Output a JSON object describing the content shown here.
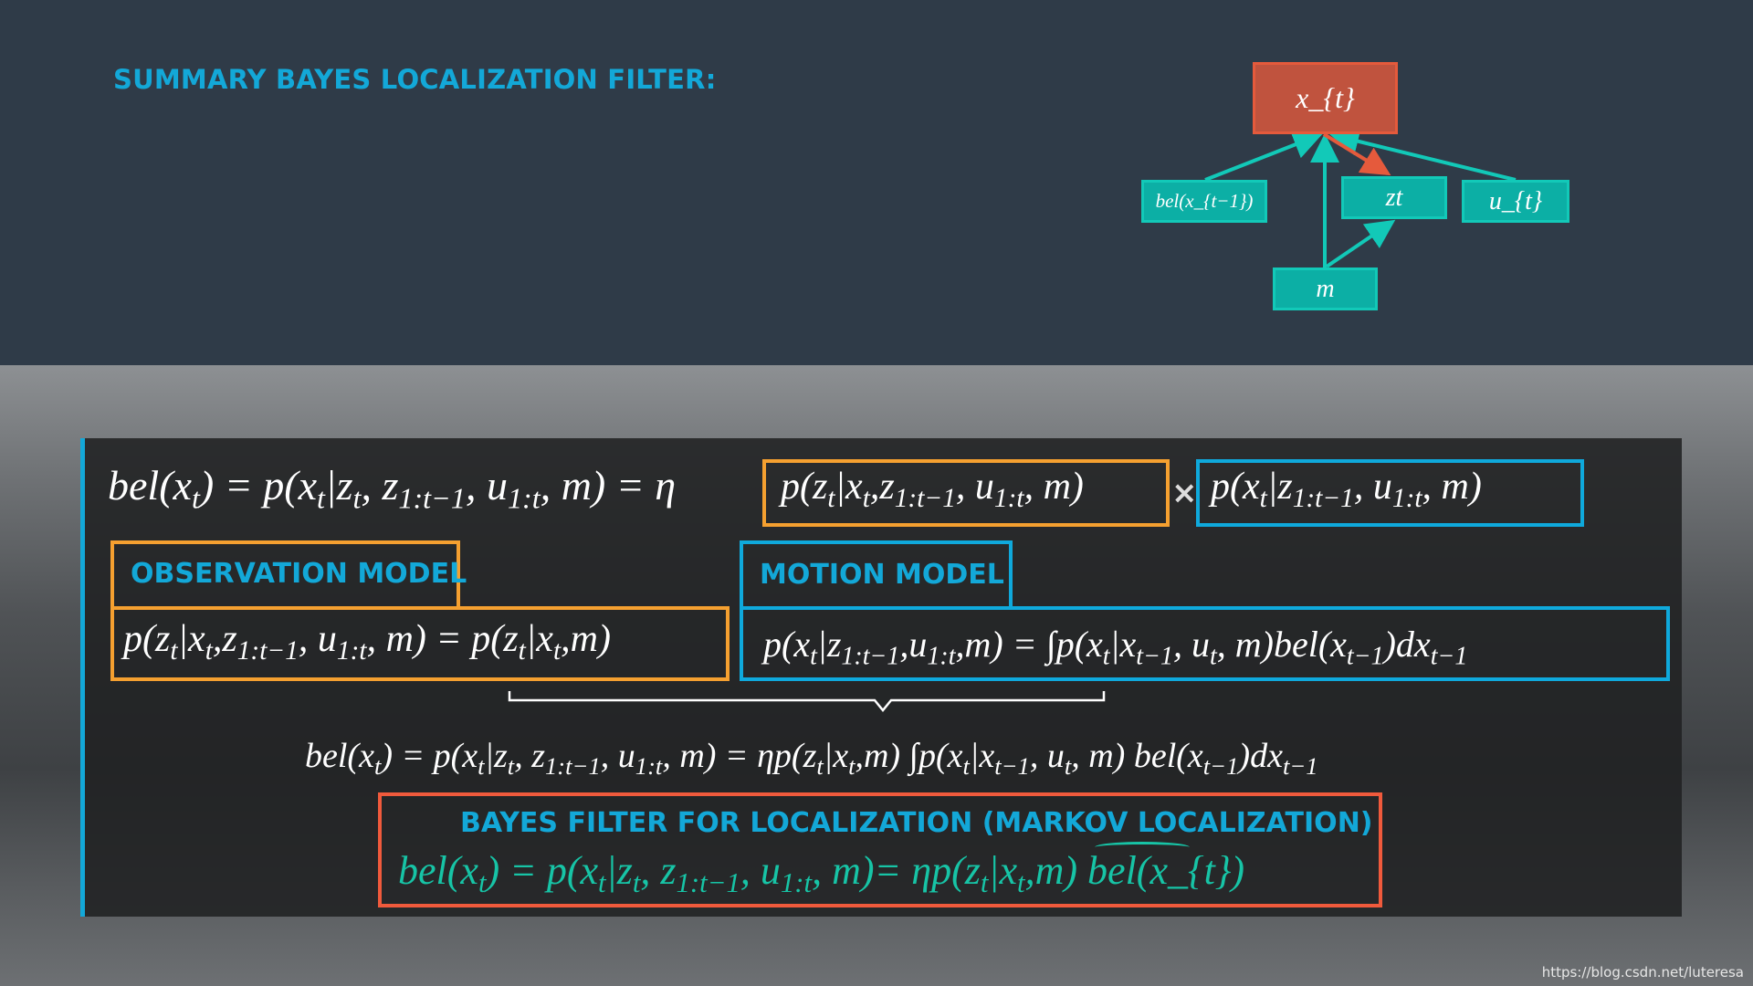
{
  "title": "SUMMARY BAYES LOCALIZATION FILTER:",
  "diagram": {
    "nodes": {
      "xt": "x_{t}",
      "bel": "bel(x_{t−1})",
      "zt": "zt",
      "ut": "u_{t}",
      "m": "m"
    },
    "colors": {
      "state": "#c0533e",
      "node": "#0cafa5",
      "edge": "#12c9b8",
      "measurement_edge": "#e55a3c"
    }
  },
  "equations": {
    "main_lhs": "bel(x_{t}) = p(x_{t}|z_{t}, z_{1:t−1}, u_{1:t}, m) = η",
    "observation_term": "p(z_{t}|x_{t},z_{1:t−1}, u_{1:t}, m)",
    "times": "×",
    "motion_term": "p(x_{t}|z_{1:t−1}, u_{1:t}, m)",
    "observation_label": "OBSERVATION MODEL",
    "motion_label": "MOTION MODEL",
    "observation_formula": "p(z_{t}|x_{t},z_{1:t−1}, u_{1:t}, m) = p(z_{t}|x_{t},m)",
    "motion_formula": "p(x_{t}|z_{1:t−1},u_{1:t},m) = ∫p(x_{t}|x_{t−1}, u_{t}, m)bel(x_{t−1})dx_{t−1}",
    "combined": "bel(x_{t}) = p(x_{t}|z_{t}, z_{1:t−1}, u_{1:t}, m) = ηp(z_{t}|x_{t},m) ∫p(x_{t}|x_{t−1}, u_{t}, m) bel(x_{t−1})dx_{t−1}",
    "bayes_label": "BAYES FILTER FOR LOCALIZATION (MARKOV LOCALIZATION)",
    "bayes_formula": "bel(x_{t}) = p(x_{t}|z_{t}, z_{1:t−1}, u_{1:t}, m)= ηp(z_{t}|x_{t},m) ",
    "bayes_hat": "bel(x_{t})"
  },
  "watermark": "https://blog.csdn.net/luteresa"
}
